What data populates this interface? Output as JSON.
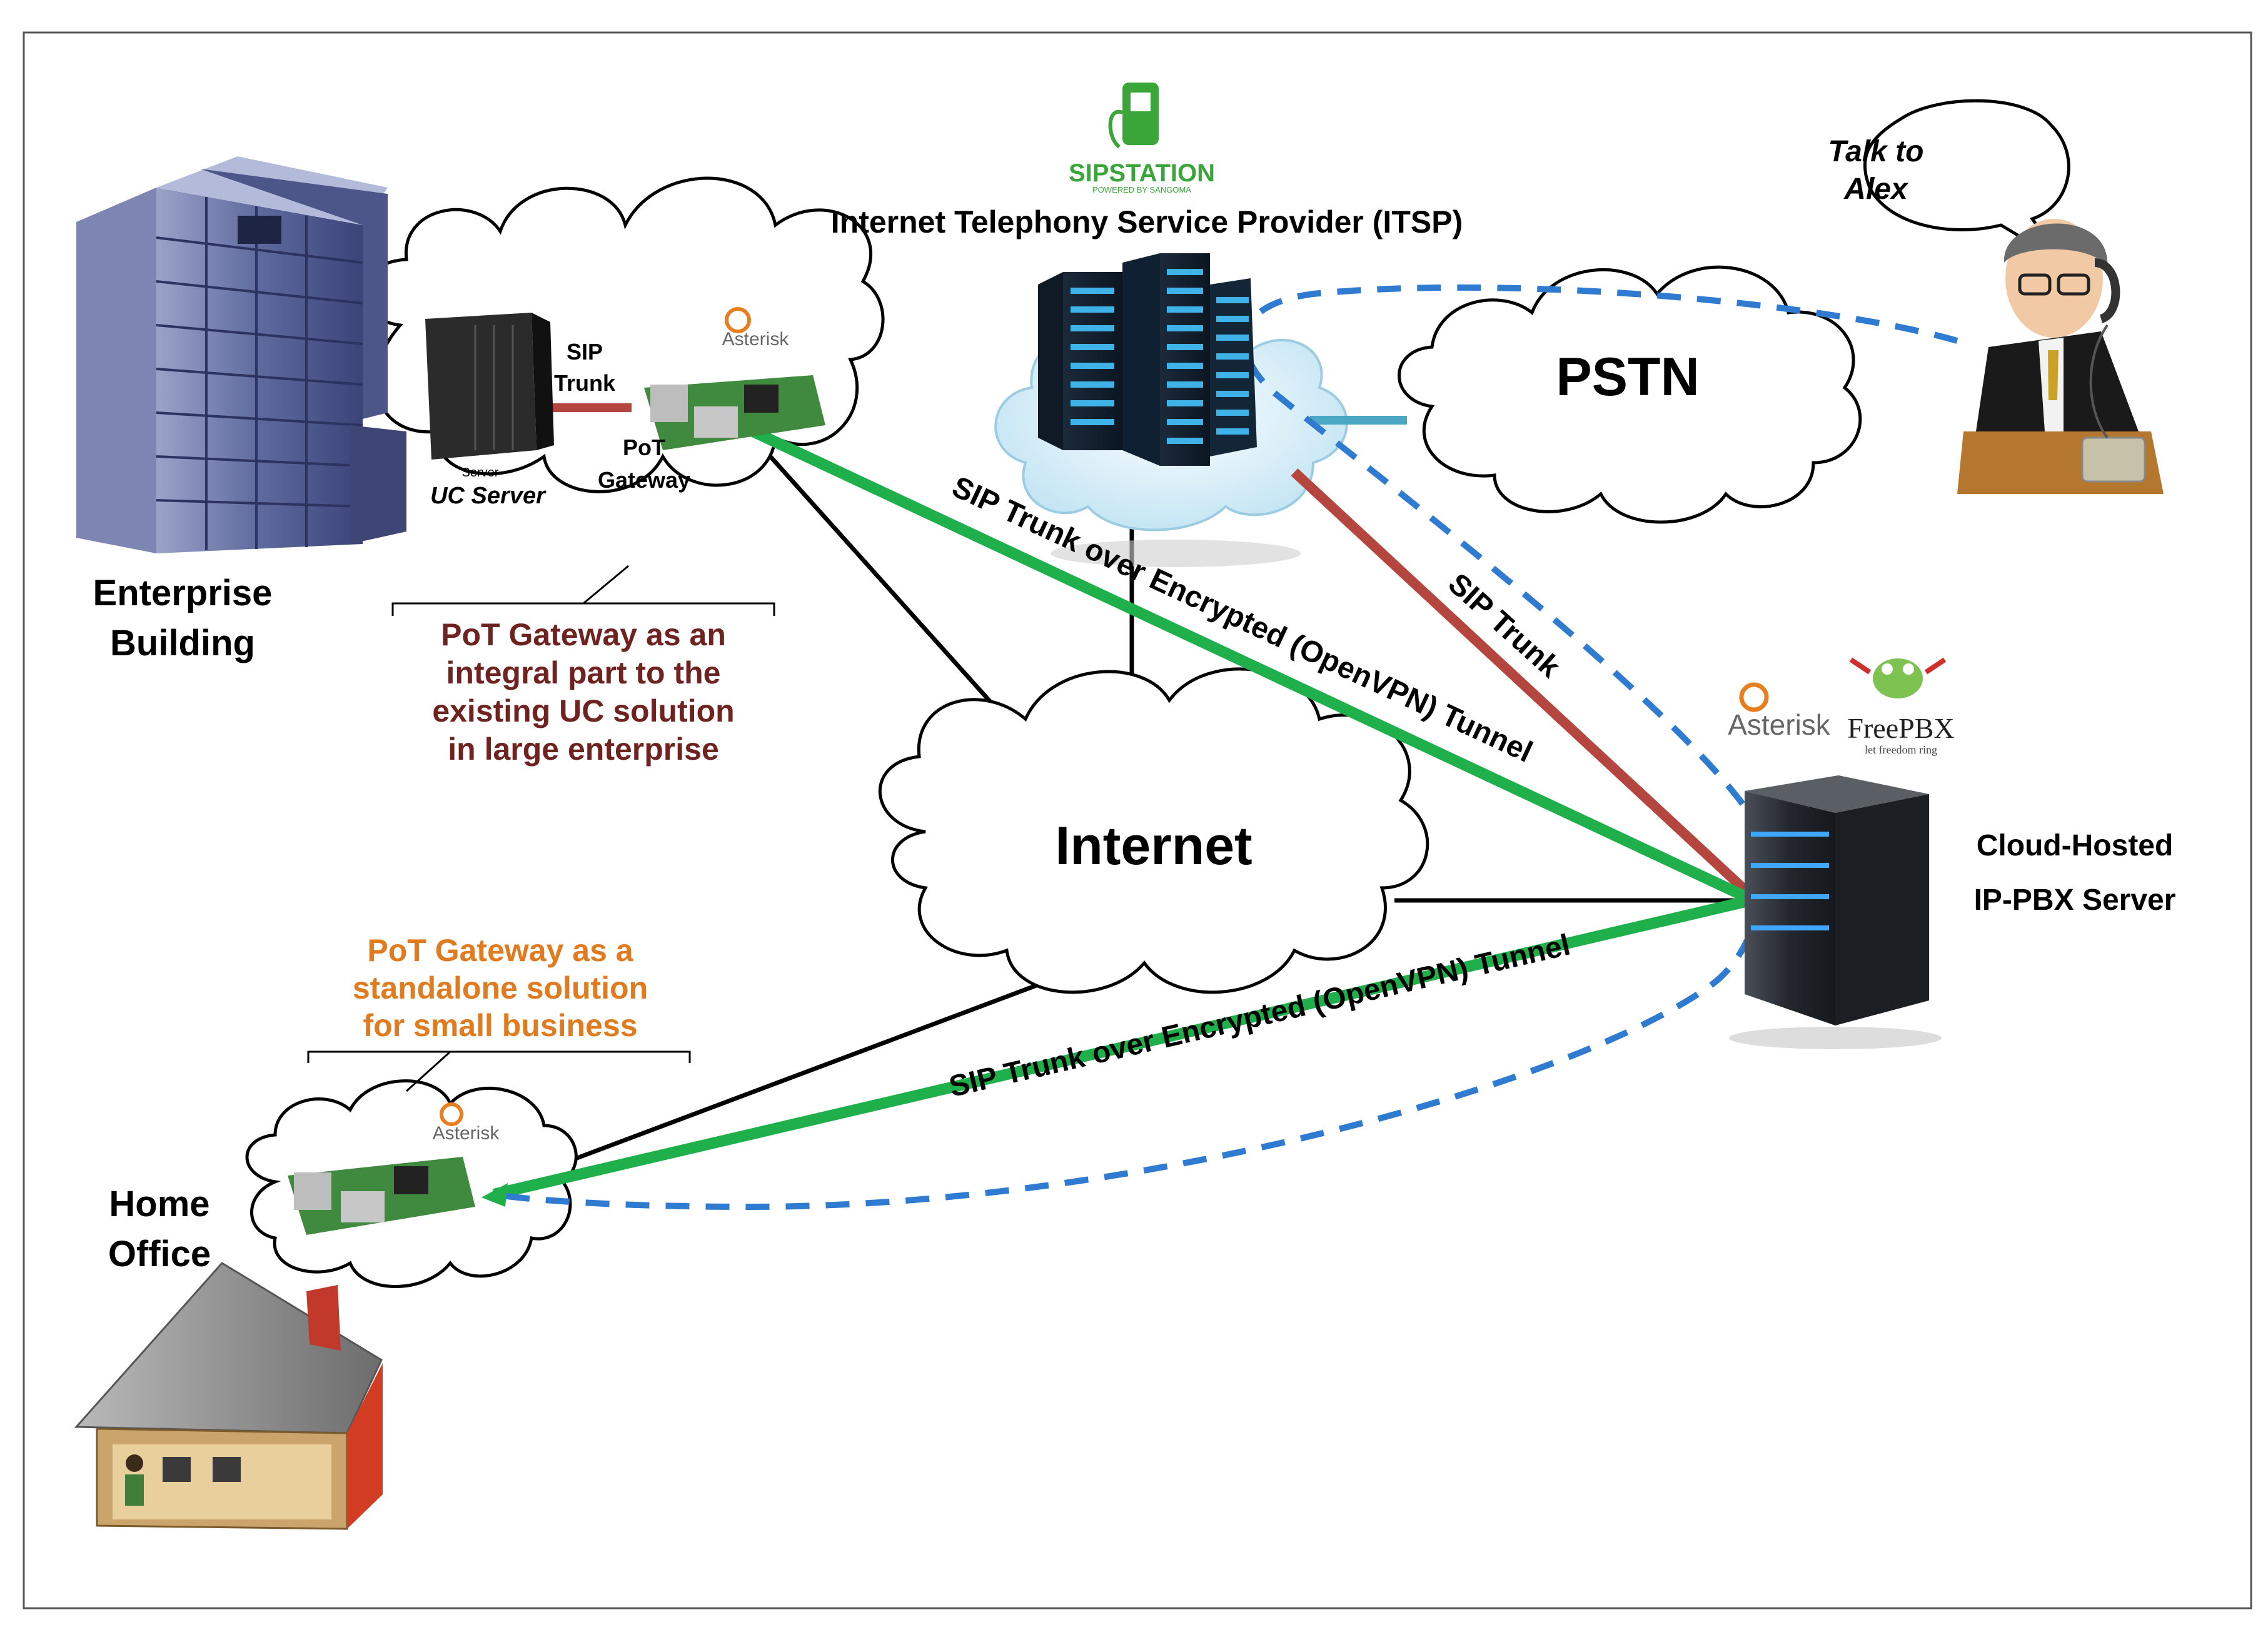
{
  "colors": {
    "green": "#1fb04c",
    "red": "#b5463f",
    "blue_dash": "#2f7bd1",
    "teal": "#4aa8c4",
    "black": "#000000",
    "maroon": "#6e2320",
    "orange": "#e07b1f",
    "sipstation_green": "#3aa63a"
  },
  "logos": {
    "sipstation": {
      "name": "SIPSTATION",
      "tagline": "POWERED BY SANGOMA"
    },
    "asterisk": "Asterisk",
    "freepbx": {
      "name": "FreePBX",
      "tagline": "let freedom ring"
    }
  },
  "labels": {
    "itsp": "Internet Telephony Service Provider (ITSP)",
    "pstn": "PSTN",
    "internet": "Internet",
    "enterprise_line1": "Enterprise",
    "enterprise_line2": "Building",
    "home_line1": "Home",
    "home_line2": "Office",
    "sip_line1": "SIP",
    "sip_line2": "Trunk",
    "pot_line1": "PoT",
    "pot_line2": "Gateway",
    "server_small": "Server",
    "uc_server": "UC Server",
    "cloud_pbx_line1": "Cloud-Hosted",
    "cloud_pbx_line2": "IP-PBX Server",
    "talk_line1": "Talk to",
    "talk_line2": "Alex",
    "tunnel_upper": "SIP Trunk over Encrypted (OpenVPN) Tunnel",
    "tunnel_lower": "SIP Trunk over Encrypted (OpenVPN) Tunnel",
    "sip_trunk_diag": "SIP Trunk"
  },
  "callouts": {
    "enterprise": [
      "PoT Gateway as an",
      "integral part to the",
      "existing UC solution",
      "in large enterprise"
    ],
    "small_business": [
      "PoT Gateway as a",
      "standalone solution",
      "for small business"
    ]
  }
}
